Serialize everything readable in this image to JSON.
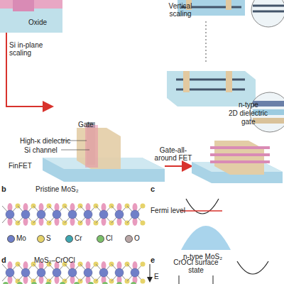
{
  "diagram": {
    "labels": [
      "Oxide",
      "Vertical scaling",
      "n-type",
      "2D dielectric",
      "gate",
      "Si in-plane scaling",
      "Gate",
      "High-κ dielectric",
      "Si channel",
      "FinFET",
      "Gate-all-around FET",
      "b",
      "Pristine MoS₂",
      "c",
      "Fermi level",
      "n-type MoS₂",
      "d",
      "MoS₂–CrOCl",
      "e",
      "E",
      "CrOCl surface state"
    ],
    "legend": [
      {
        "text": "Mo",
        "color": "#6f7fc8"
      },
      {
        "text": "S",
        "color": "#e6d36a"
      },
      {
        "text": "Cr",
        "color": "#3fa6b0"
      },
      {
        "text": "Cl",
        "color": "#7cc06a"
      },
      {
        "text": "O",
        "color": "#b9a6a6"
      }
    ]
  }
}
